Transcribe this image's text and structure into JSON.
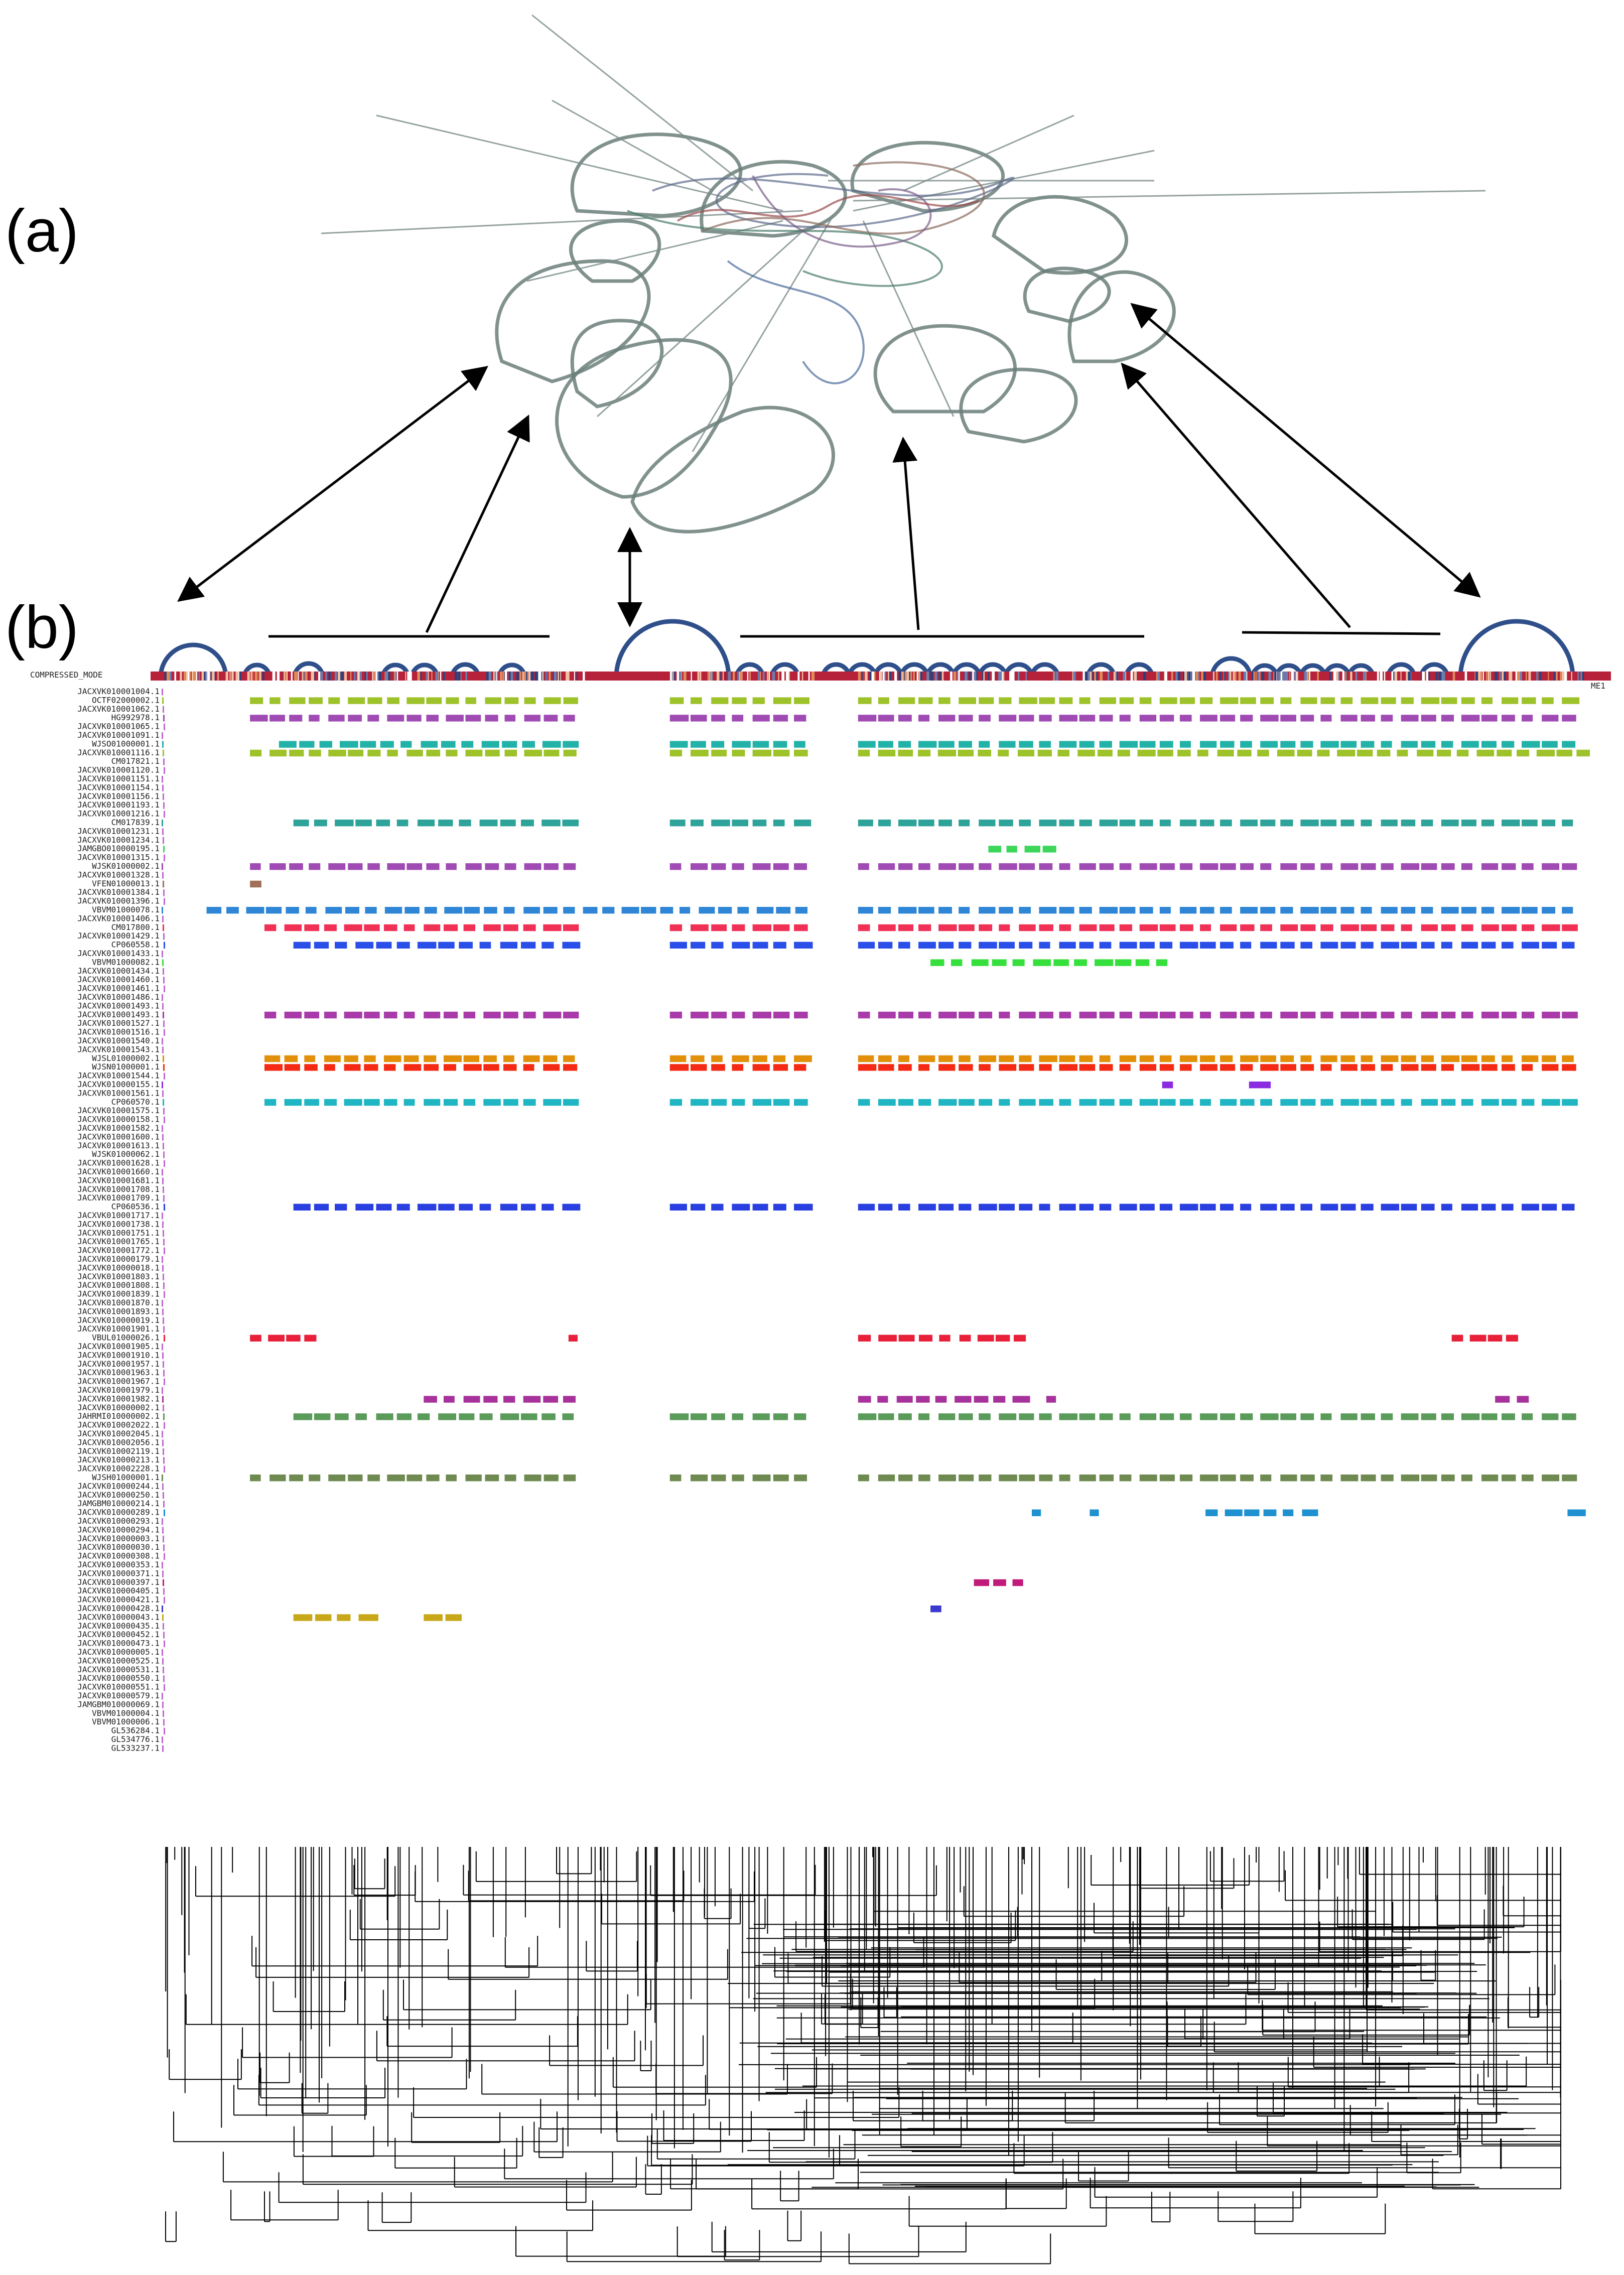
{
  "panels": {
    "a_label": "(a)",
    "b_label": "(b)"
  },
  "viewer": {
    "header_label": "COMPRESSED_MODE",
    "corner_mark": "ME1"
  },
  "rows": [
    {
      "label": "JACXVK010001004.1"
    },
    {
      "label": "OCTF02000002.1",
      "color": "#9ec22a",
      "segments": [
        [
          0.06,
          0.29
        ],
        [
          0.35,
          0.45
        ],
        [
          0.48,
          0.98
        ]
      ]
    },
    {
      "label": "JACXVK010001062.1"
    },
    {
      "label": "HG992978.1",
      "color": "#a04bb4",
      "segments": [
        [
          0.06,
          0.29
        ],
        [
          0.35,
          0.45
        ],
        [
          0.48,
          0.98
        ]
      ]
    },
    {
      "label": "JACXVK010001065.1"
    },
    {
      "label": "JACXVK010001091.1"
    },
    {
      "label": "WJSO01000001.1",
      "color": "#22b2a8",
      "segments": [
        [
          0.08,
          0.29
        ],
        [
          0.35,
          0.45
        ],
        [
          0.48,
          0.98
        ]
      ]
    },
    {
      "label": "JACXVK010001116.1",
      "color": "#9ec22a",
      "segments": [
        [
          0.06,
          0.29
        ],
        [
          0.35,
          0.45
        ],
        [
          0.48,
          0.99
        ]
      ]
    },
    {
      "label": "CM017821.1"
    },
    {
      "label": "JACXVK010001120.1"
    },
    {
      "label": "JACXVK010001151.1"
    },
    {
      "label": "JACXVK010001154.1"
    },
    {
      "label": "JACXVK010001156.1"
    },
    {
      "label": "JACXVK010001193.1"
    },
    {
      "label": "JACXVK010001216.1"
    },
    {
      "label": "CM017839.1",
      "color": "#2ea39a",
      "segments": [
        [
          0.09,
          0.29
        ],
        [
          0.35,
          0.45
        ],
        [
          0.48,
          0.98
        ]
      ]
    },
    {
      "label": "JACXVK010001231.1"
    },
    {
      "label": "JACXVK010001234.1"
    },
    {
      "label": "JAMGBO010000195.1",
      "color": "#3bd65a",
      "segments": [
        [
          0.57,
          0.62
        ]
      ]
    },
    {
      "label": "JACXVK010001315.1"
    },
    {
      "label": "WJSK01000002.1",
      "color": "#a04bb4",
      "segments": [
        [
          0.06,
          0.29
        ],
        [
          0.35,
          0.45
        ],
        [
          0.48,
          0.98
        ]
      ]
    },
    {
      "label": "JACXVK010001328.1"
    },
    {
      "label": "VFEN01000013.1",
      "color": "#a0705a",
      "segments": [
        [
          0.06,
          0.07
        ]
      ]
    },
    {
      "label": "JACXVK010001384.1"
    },
    {
      "label": "JACXVK010001396.1"
    },
    {
      "label": "VBVM01000078.1",
      "color": "#2f86d6",
      "segments": [
        [
          0.03,
          0.29
        ],
        [
          0.29,
          0.45
        ],
        [
          0.48,
          0.98
        ]
      ]
    },
    {
      "label": "JACXVK010001406.1"
    },
    {
      "label": "CM017800.1",
      "color": "#f03055",
      "segments": [
        [
          0.07,
          0.29
        ],
        [
          0.35,
          0.45
        ],
        [
          0.48,
          0.98
        ]
      ]
    },
    {
      "label": "JACXVK010001429.1"
    },
    {
      "label": "CP060558.1",
      "color": "#2a4fe8",
      "segments": [
        [
          0.09,
          0.29
        ],
        [
          0.35,
          0.45
        ],
        [
          0.48,
          0.98
        ]
      ]
    },
    {
      "label": "JACXVK010001433.1"
    },
    {
      "label": "VBVM01000082.1",
      "color": "#36e03c",
      "segments": [
        [
          0.53,
          0.7
        ]
      ]
    },
    {
      "label": "JACXVK010001434.1"
    },
    {
      "label": "JACXVK010001460.1"
    },
    {
      "label": "JACXVK010001461.1"
    },
    {
      "label": "JACXVK010001486.1"
    },
    {
      "label": "JACXVK010001493.1"
    },
    {
      "label": "JACXVK010001493.1",
      "color": "#a83aaa",
      "segments": [
        [
          0.07,
          0.29
        ],
        [
          0.35,
          0.45
        ],
        [
          0.48,
          0.98
        ]
      ]
    },
    {
      "label": "JACXVK010001527.1"
    },
    {
      "label": "JACXVK010001516.1"
    },
    {
      "label": "JACXVK010001540.1"
    },
    {
      "label": "JACXVK010001543.1"
    },
    {
      "label": "WJSL01000002.1",
      "color": "#e2900a",
      "segments": [
        [
          0.07,
          0.29
        ],
        [
          0.35,
          0.45
        ],
        [
          0.48,
          0.98
        ]
      ]
    },
    {
      "label": "WJSN01000001.1",
      "color": "#f52a14",
      "segments": [
        [
          0.07,
          0.29
        ],
        [
          0.35,
          0.45
        ],
        [
          0.48,
          0.98
        ]
      ]
    },
    {
      "label": "JACXVK010001544.1"
    },
    {
      "label": "JACXVK010000155.1",
      "color": "#8a2be2",
      "segments": [
        [
          0.69,
          0.7
        ],
        [
          0.75,
          0.77
        ]
      ]
    },
    {
      "label": "JACXVK010001561.1"
    },
    {
      "label": "CP060570.1",
      "color": "#1fb5c2",
      "segments": [
        [
          0.07,
          0.29
        ],
        [
          0.35,
          0.45
        ],
        [
          0.48,
          0.98
        ]
      ]
    },
    {
      "label": "JACXVK010001575.1"
    },
    {
      "label": "JACXVK010000158.1"
    },
    {
      "label": "JACXVK010001582.1"
    },
    {
      "label": "JACXVK010001600.1"
    },
    {
      "label": "JACXVK010001613.1"
    },
    {
      "label": "WJSK01000062.1"
    },
    {
      "label": "JACXVK010001628.1"
    },
    {
      "label": "JACXVK010001660.1"
    },
    {
      "label": "JACXVK010001681.1"
    },
    {
      "label": "JACXVK010001708.1"
    },
    {
      "label": "JACXVK010001709.1"
    },
    {
      "label": "CP060536.1",
      "color": "#2a3fe0",
      "segments": [
        [
          0.09,
          0.29
        ],
        [
          0.35,
          0.45
        ],
        [
          0.48,
          0.98
        ]
      ]
    },
    {
      "label": "JACXVK010001717.1"
    },
    {
      "label": "JACXVK010001738.1"
    },
    {
      "label": "JACXVK010001751.1"
    },
    {
      "label": "JACXVK010001765.1"
    },
    {
      "label": "JACXVK010001772.1"
    },
    {
      "label": "JACXVK010000179.1"
    },
    {
      "label": "JACXVK010000018.1"
    },
    {
      "label": "JACXVK010001803.1"
    },
    {
      "label": "JACXVK010001808.1"
    },
    {
      "label": "JACXVK010001839.1"
    },
    {
      "label": "JACXVK010001870.1"
    },
    {
      "label": "JACXVK010001893.1"
    },
    {
      "label": "JACXVK010000019.1"
    },
    {
      "label": "JACXVK010001901.1"
    },
    {
      "label": "VBUL01000026.1",
      "color": "#e8203a",
      "segments": [
        [
          0.06,
          0.11
        ],
        [
          0.28,
          0.29
        ],
        [
          0.48,
          0.55
        ],
        [
          0.55,
          0.6
        ],
        [
          0.89,
          0.94
        ]
      ]
    },
    {
      "label": "JACXVK010001905.1"
    },
    {
      "label": "JACXVK010001910.1"
    },
    {
      "label": "JACXVK010001957.1"
    },
    {
      "label": "JACXVK010001963.1"
    },
    {
      "label": "JACXVK010001967.1"
    },
    {
      "label": "JACXVK010001979.1"
    },
    {
      "label": "JACXVK010001982.1",
      "color": "#a8329c",
      "segments": [
        [
          0.18,
          0.29
        ],
        [
          0.48,
          0.6
        ],
        [
          0.61,
          0.62
        ],
        [
          0.92,
          0.95
        ]
      ]
    },
    {
      "label": "JACXVK010000002.1"
    },
    {
      "label": "JAHRMI010000002.1",
      "color": "#5a9b5a",
      "segments": [
        [
          0.09,
          0.29
        ],
        [
          0.35,
          0.45
        ],
        [
          0.48,
          0.98
        ]
      ]
    },
    {
      "label": "JACXVK010002022.1"
    },
    {
      "label": "JACXVK010002045.1"
    },
    {
      "label": "JACXVK010002056.1"
    },
    {
      "label": "JACXVK010002119.1"
    },
    {
      "label": "JACXVK010000213.1"
    },
    {
      "label": "JACXVK010002228.1"
    },
    {
      "label": "WJSH01000001.1",
      "color": "#6e8a50",
      "segments": [
        [
          0.06,
          0.29
        ],
        [
          0.35,
          0.45
        ],
        [
          0.48,
          0.98
        ]
      ]
    },
    {
      "label": "JACXVK010000244.1"
    },
    {
      "label": "JACXVK010000250.1"
    },
    {
      "label": "JAMGBM010000214.1"
    },
    {
      "label": "JACXVK010000289.1",
      "color": "#1f90d0",
      "segments": [
        [
          0.6,
          0.61
        ],
        [
          0.64,
          0.65
        ],
        [
          0.72,
          0.73
        ],
        [
          0.72,
          0.8
        ],
        [
          0.97,
          0.99
        ]
      ]
    },
    {
      "label": "JACXVK010000293.1"
    },
    {
      "label": "JACXVK010000294.1"
    },
    {
      "label": "JACXVK010000003.1"
    },
    {
      "label": "JACXVK010000030.1"
    },
    {
      "label": "JACXVK010000308.1"
    },
    {
      "label": "JACXVK010000353.1"
    },
    {
      "label": "JACXVK010000371.1"
    },
    {
      "label": "JACXVK010000397.1",
      "color": "#c01a7a",
      "segments": [
        [
          0.56,
          0.6
        ]
      ]
    },
    {
      "label": "JACXVK010000405.1"
    },
    {
      "label": "JACXVK010000421.1"
    },
    {
      "label": "JACXVK010000428.1",
      "color": "#3a3ad0",
      "segments": [
        [
          0.53,
          0.54
        ]
      ]
    },
    {
      "label": "JACXVK010000043.1",
      "color": "#c8a818",
      "segments": [
        [
          0.09,
          0.15
        ],
        [
          0.18,
          0.21
        ]
      ]
    },
    {
      "label": "JACXVK010000435.1"
    },
    {
      "label": "JACXVK010000452.1"
    },
    {
      "label": "JACXVK010000473.1"
    },
    {
      "label": "JACXVK010000005.1"
    },
    {
      "label": "JACXVK010000525.1"
    },
    {
      "label": "JACXVK010000531.1"
    },
    {
      "label": "JACXVK010000550.1"
    },
    {
      "label": "JACXVK010000551.1"
    },
    {
      "label": "JACXVK010000579.1"
    },
    {
      "label": "JAMGBM010000069.1"
    },
    {
      "label": "VBVM01000004.1"
    },
    {
      "label": "VBVM01000006.1"
    },
    {
      "label": "GL536284.1"
    },
    {
      "label": "GL534776.1"
    },
    {
      "label": "GL533237.1"
    }
  ]
}
